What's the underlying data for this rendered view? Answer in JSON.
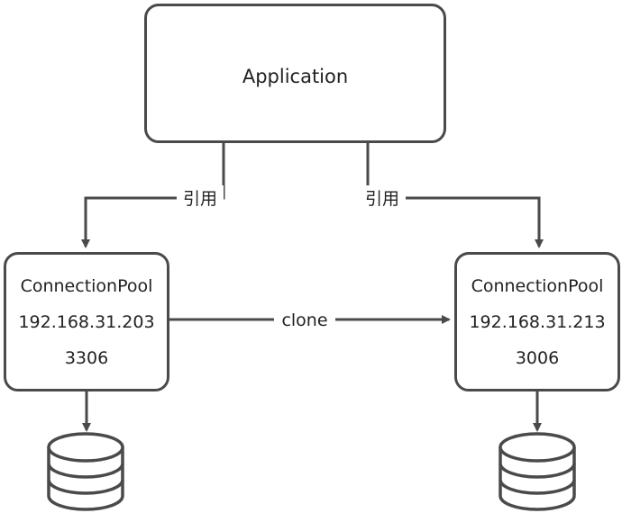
{
  "application": {
    "label": "Application"
  },
  "pools": [
    {
      "name": "ConnectionPool",
      "ip": "192.168.31.203",
      "port": "3306"
    },
    {
      "name": "ConnectionPool",
      "ip": "192.168.31.213",
      "port": "3006"
    }
  ],
  "edges": {
    "ref_left": "引用",
    "ref_right": "引用",
    "clone": "clone"
  },
  "colors": {
    "stroke": "#4a4a4a",
    "text": "#222222"
  },
  "icons": {
    "database": "database-icon"
  }
}
